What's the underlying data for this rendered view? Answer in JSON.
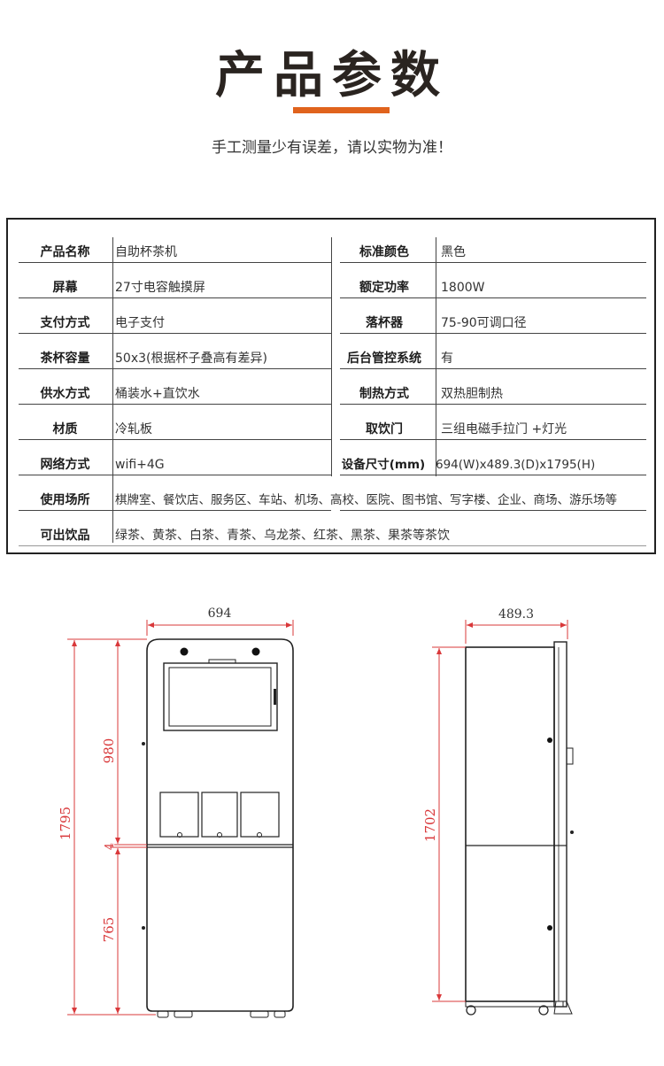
{
  "header": {
    "title": "产品参数",
    "subtitle": "手工测量少有误差，请以实物为准！"
  },
  "specs": {
    "left": [
      {
        "label": "产品名称",
        "value": "自助杯茶机"
      },
      {
        "label": "屏幕",
        "value": "27寸电容触摸屏"
      },
      {
        "label": "支付方式",
        "value": "电子支付"
      },
      {
        "label": "茶杯容量",
        "value": "50x3(根据杯子叠高有差异)"
      },
      {
        "label": "供水方式",
        "value": "桶装水+直饮水"
      },
      {
        "label": "材质",
        "value": "冷轧板"
      },
      {
        "label": "网络方式",
        "value": "wifi+4G"
      }
    ],
    "right": [
      {
        "label": "标准颜色",
        "value": "黑色"
      },
      {
        "label": "额定功率",
        "value": "1800W"
      },
      {
        "label": "落杯器",
        "value": "75-90可调口径"
      },
      {
        "label": "后台管控系统",
        "value": "有"
      },
      {
        "label": "制热方式",
        "value": "双热胆制热"
      },
      {
        "label": "取饮门",
        "value": "三组电磁手拉门 +灯光"
      },
      {
        "label": "设备尺寸(mm)",
        "value": "694(W)x489.3(D)x1795(H)"
      }
    ],
    "wide": [
      {
        "label": "使用场所",
        "value": "棋牌室、餐饮店、服务区、车站、机场、高校、医院、图书馆、写字楼、企业、商场、游乐场等"
      },
      {
        "label": "可出饮品",
        "value": "绿茶、黄茶、白茶、青茶、乌龙茶、红茶、黑茶、果茶等茶饮"
      }
    ]
  },
  "drawing": {
    "front": {
      "width": "694",
      "height": "1795",
      "upper": "980",
      "gap": "4",
      "lower": "765"
    },
    "side": {
      "depth": "489.3",
      "height": "1702"
    }
  },
  "colors": {
    "accent": "#e0631d",
    "dimension_line": "#d9383a"
  }
}
